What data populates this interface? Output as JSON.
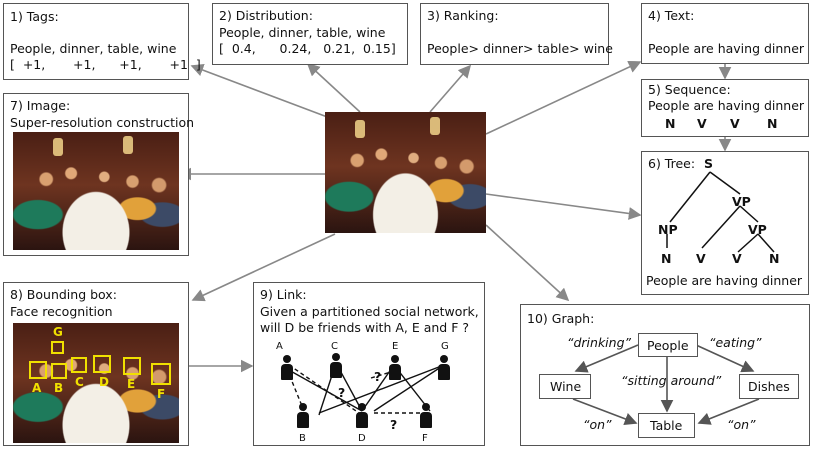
{
  "tags": {
    "title": "1) Tags:",
    "words": "People, dinner, table, wine",
    "values": "[  +1,       +1,      +1,       +1  ]"
  },
  "distribution": {
    "title": "2) Distribution:",
    "words": "People, dinner, table, wine",
    "values": "[  0.4,      0.24,   0.21,  0.15]"
  },
  "ranking": {
    "title": "3) Ranking:",
    "text": "People> dinner> table> wine"
  },
  "text_box": {
    "title": "4) Text:",
    "text": "People are having dinner"
  },
  "sequence": {
    "title": "5) Sequence:",
    "text": "People are having dinner",
    "tags": [
      "N",
      "V",
      "V",
      "N"
    ]
  },
  "tree": {
    "title": "6) Tree:",
    "nodes": [
      "S",
      "VP",
      "NP",
      "VP",
      "N",
      "V",
      "V",
      "N"
    ],
    "sentence": "People are having dinner"
  },
  "image": {
    "title": "7) Image:",
    "subtitle": "Super-resolution construction"
  },
  "bbox": {
    "title": "8) Bounding box:",
    "subtitle": "Face recognition",
    "labels": [
      "G",
      "A",
      "B",
      "C",
      "D",
      "E",
      "F"
    ]
  },
  "link": {
    "title": "9) Link:",
    "line1": "Given a partitioned social network,",
    "line2": "will D be friends with A, E and F ?",
    "top_nodes": [
      "A",
      "C",
      "E",
      "G"
    ],
    "bottom_nodes": [
      "B",
      "D",
      "F"
    ],
    "qmarks": [
      "?",
      "?",
      "?"
    ]
  },
  "graph": {
    "title": "10) Graph:",
    "nodes": {
      "people": "People",
      "wine": "Wine",
      "dishes": "Dishes",
      "table": "Table"
    },
    "edges": {
      "drinking": "“drinking”",
      "eating": "“eating”",
      "sitting": "“sitting around”",
      "on1": "“on”",
      "on2": "“on”"
    }
  }
}
